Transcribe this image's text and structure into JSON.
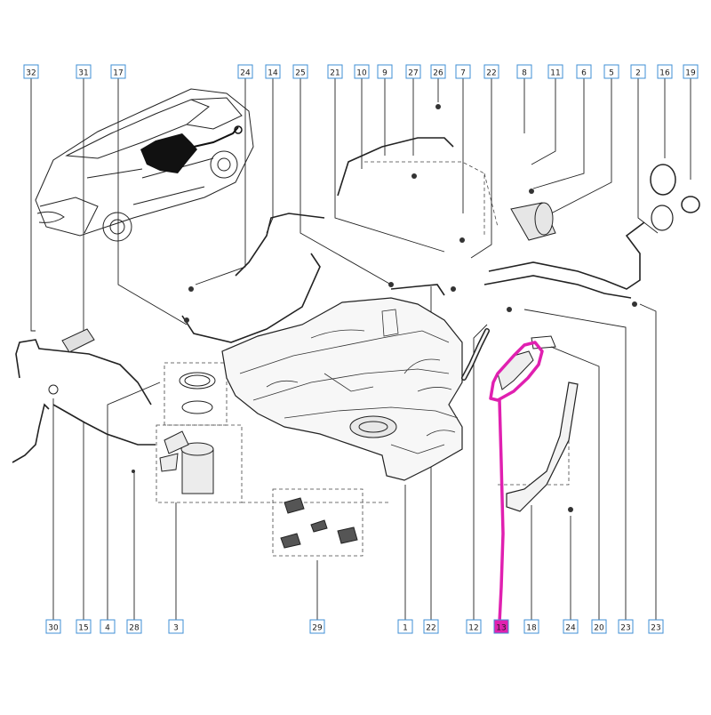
{
  "diagram": {
    "top_labels": [
      "32",
      "31",
      "17",
      "24",
      "14",
      "25",
      "21",
      "10",
      "9",
      "27",
      "26",
      "7",
      "22",
      "8",
      "11",
      "6",
      "5",
      "2",
      "16",
      "19"
    ],
    "bottom_labels": [
      "30",
      "15",
      "4",
      "28",
      "3",
      "29",
      "1",
      "22",
      "12",
      "13",
      "18",
      "24",
      "20",
      "23",
      "23"
    ],
    "highlighted_label": "13",
    "colors": {
      "line": "#1f1f1f",
      "label_border": "#3f8fd6",
      "highlight": "#e020b0",
      "part_fill": "#d9d9d9"
    }
  }
}
